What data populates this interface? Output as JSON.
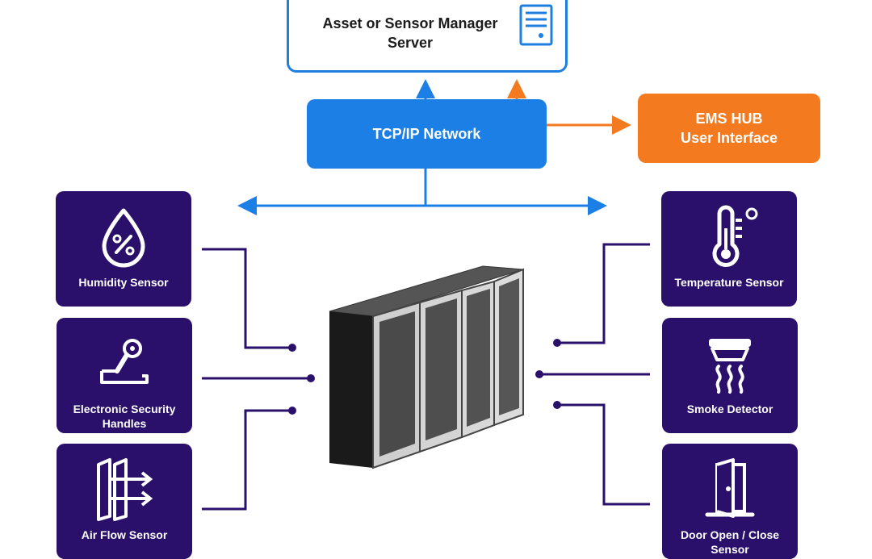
{
  "server": {
    "title": "Asset or Sensor Manager Server",
    "icon": "server-icon"
  },
  "network": {
    "label": "TCP/IP Network"
  },
  "ems_hub": {
    "line1": "EMS HUB",
    "line2": "User Interface"
  },
  "colors": {
    "blue": "#1b7fe6",
    "orange": "#f47a1f",
    "card": "#2a106a",
    "connector": "#2a106a"
  },
  "sensors_left": [
    {
      "label": "Humidity Sensor",
      "icon": "humidity-icon"
    },
    {
      "label": "Electronic Security Handles",
      "icon": "security-handle-icon"
    },
    {
      "label": "Air Flow Sensor",
      "icon": "air-flow-icon"
    }
  ],
  "sensors_right": [
    {
      "label": "Temperature Sensor",
      "icon": "thermometer-icon"
    },
    {
      "label": "Smoke Detector",
      "icon": "smoke-detector-icon"
    },
    {
      "label": "Door Open / Close Sensor",
      "icon": "door-icon"
    }
  ],
  "center_device": {
    "icon": "server-rack-icon"
  }
}
